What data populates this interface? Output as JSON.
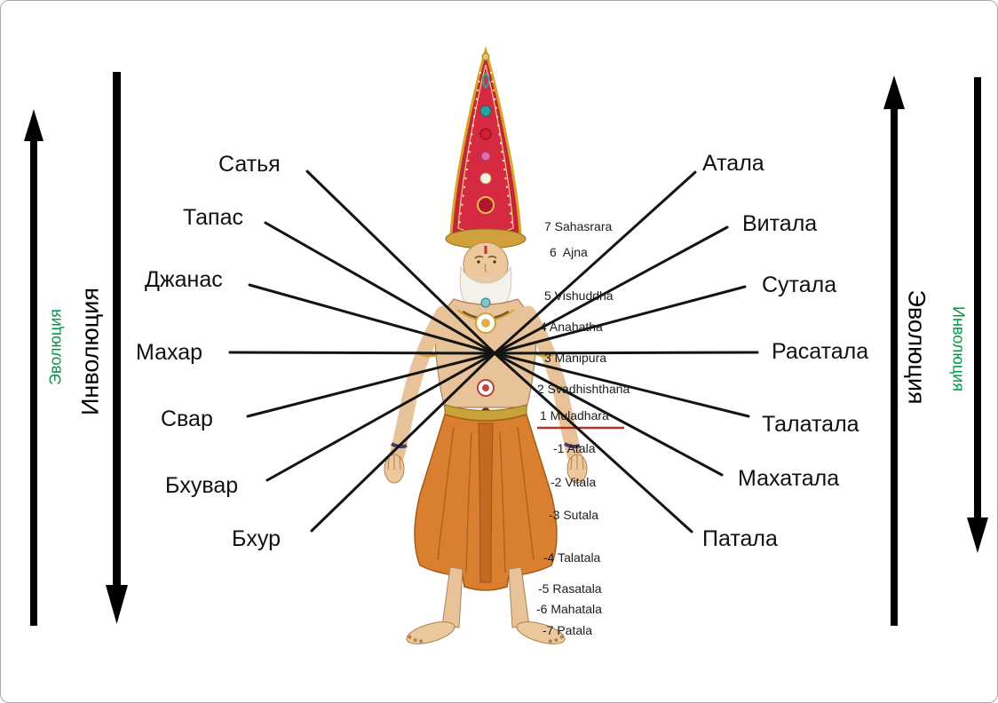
{
  "left_column": {
    "labels": [
      "Сатья",
      "Тапас",
      "Джанас",
      "Махар",
      "Свар",
      "Бхувар",
      "Бхур"
    ]
  },
  "right_column": {
    "labels": [
      "Атала",
      "Витала",
      "Сутала",
      "Расатала",
      "Талатала",
      "Махатала",
      "Патала"
    ]
  },
  "chakra_scale": {
    "upper": [
      "7 Sahasrara",
      "6  Ajna",
      "5 Vishuddha",
      "4 Anahatha",
      "3 Manipura",
      "2 Svadhishthana",
      "1 Muladhara"
    ],
    "lower": [
      "-1 Atala",
      "-2 Vitala",
      "-3 Sutala",
      "-4 Talatala",
      "-5 Rasatala",
      "-6 Mahatala",
      "-7 Patala"
    ]
  },
  "axes": {
    "left_black": "Инволюция",
    "left_green": "Эволюция",
    "right_black": "Эволюция",
    "right_green": "Инволюция"
  },
  "colors": {
    "green_text": "#009a44",
    "line": "#141414",
    "muladhara_underline": "#b03324",
    "crown_red": "#c32438",
    "robe_orange": "#da7f30"
  }
}
